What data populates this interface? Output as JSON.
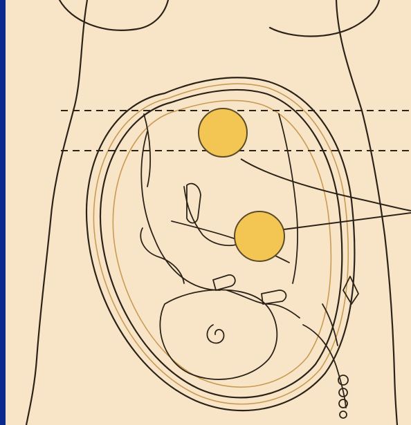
{
  "figure": {
    "subject": "pregnant-abdomen-illustration",
    "colors": {
      "frame": "#0a2a8c",
      "background": "#f8e5c8",
      "outline": "#2b2218",
      "accent_outline": "#c99a52",
      "marker_fill": "#f3c654",
      "marker_stroke": "#5a4a2a"
    },
    "markers": [
      {
        "name": "upper-marker"
      },
      {
        "name": "lower-marker"
      }
    ]
  }
}
